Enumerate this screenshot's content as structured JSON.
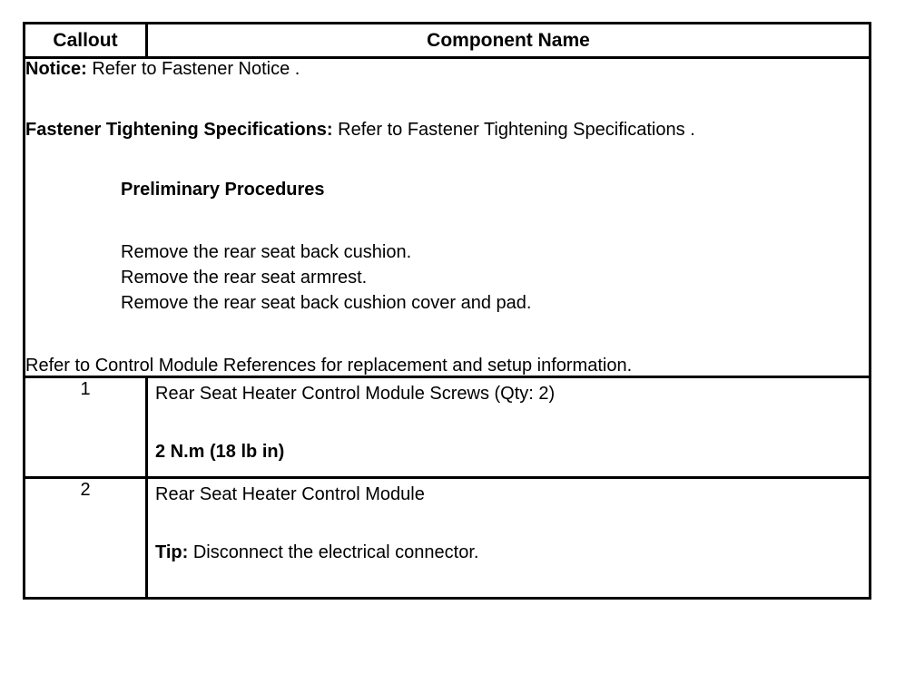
{
  "table": {
    "headers": {
      "callout": "Callout",
      "component_name": "Component Name"
    },
    "notes": {
      "notice_label": "Notice:",
      "notice_text": " Refer to Fastener Notice .",
      "fastener_spec_label": "Fastener Tightening Specifications:",
      "fastener_spec_text": " Refer to Fastener Tightening Specifications .",
      "preliminary_heading": "Preliminary Procedures",
      "preliminary_steps": [
        "Remove the rear seat back cushion.",
        "Remove the rear seat armrest.",
        "Remove the rear seat back cushion cover and pad."
      ],
      "reference_text": "Refer to Control Module References for replacement and setup information."
    },
    "rows": [
      {
        "callout": "1",
        "name": "Rear Seat Heater Control Module Screws (Qty: 2)",
        "torque": "2 N.m (18 lb in)",
        "tip_label": "",
        "tip_text": ""
      },
      {
        "callout": "2",
        "name": "Rear Seat Heater Control Module",
        "torque": "",
        "tip_label": "Tip:",
        "tip_text": " Disconnect the electrical connector."
      }
    ]
  },
  "colors": {
    "border": "#000000",
    "text": "#000000",
    "background": "#ffffff"
  }
}
